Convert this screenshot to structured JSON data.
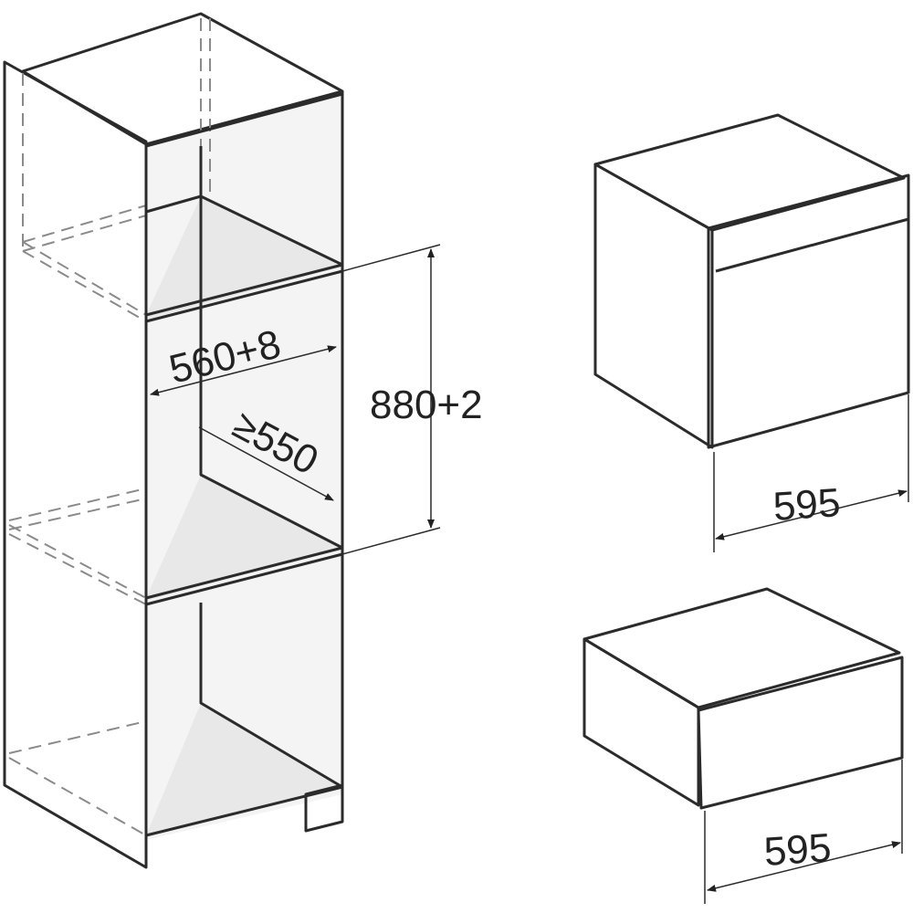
{
  "cabinet": {
    "width_label": "560+8",
    "height_label": "880+2",
    "depth_label": "≥550"
  },
  "oven": {
    "width_label": "595"
  },
  "drawer": {
    "width_label": "595"
  },
  "colors": {
    "line": "#2b2b2b",
    "panel": "#e3e3e3",
    "light": "#f3f3f3",
    "dashed": "#8a8a8a"
  }
}
